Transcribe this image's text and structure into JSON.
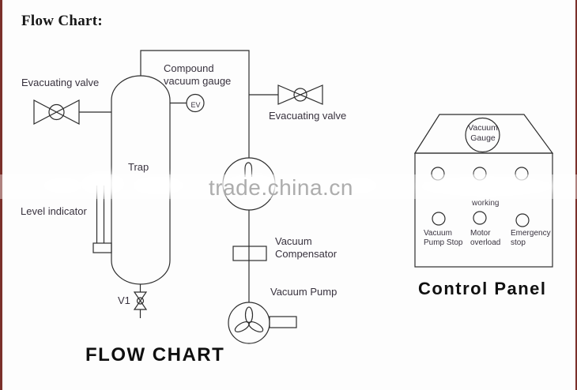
{
  "page": {
    "title": "Flow Chart:"
  },
  "watermark": {
    "text": "trade.china.cn"
  },
  "diagram": {
    "caption": "FLOW CHART",
    "evacuating_valve_left": "Evacuating valve",
    "evacuating_valve_right": "Evacuating valve",
    "compound_gauge_line1": "Compound",
    "compound_gauge_line2": "vacuum gauge",
    "ev_label": "EV",
    "trap_label": "Trap",
    "level_indicator_label": "Level indicator",
    "v1_label": "V1",
    "compensator_line1": "Vacuum",
    "compensator_line2": "Compensator",
    "vacuum_pump_label": "Vacuum Pump"
  },
  "control_panel": {
    "caption": "Control Panel",
    "gauge_line1": "Vacuum",
    "gauge_line2": "Gauge",
    "working_label": "working",
    "buttons": [
      {
        "line1": "Vacuum",
        "line2": "Pump Stop"
      },
      {
        "line1": "Motor",
        "line2": "overload"
      },
      {
        "line1": "Emergency",
        "line2": "stop"
      }
    ]
  },
  "colors": {
    "border": "#7b302b",
    "line": "#2d2d2d",
    "text": "#38323e",
    "watermark_text": "#a9a9a9"
  }
}
